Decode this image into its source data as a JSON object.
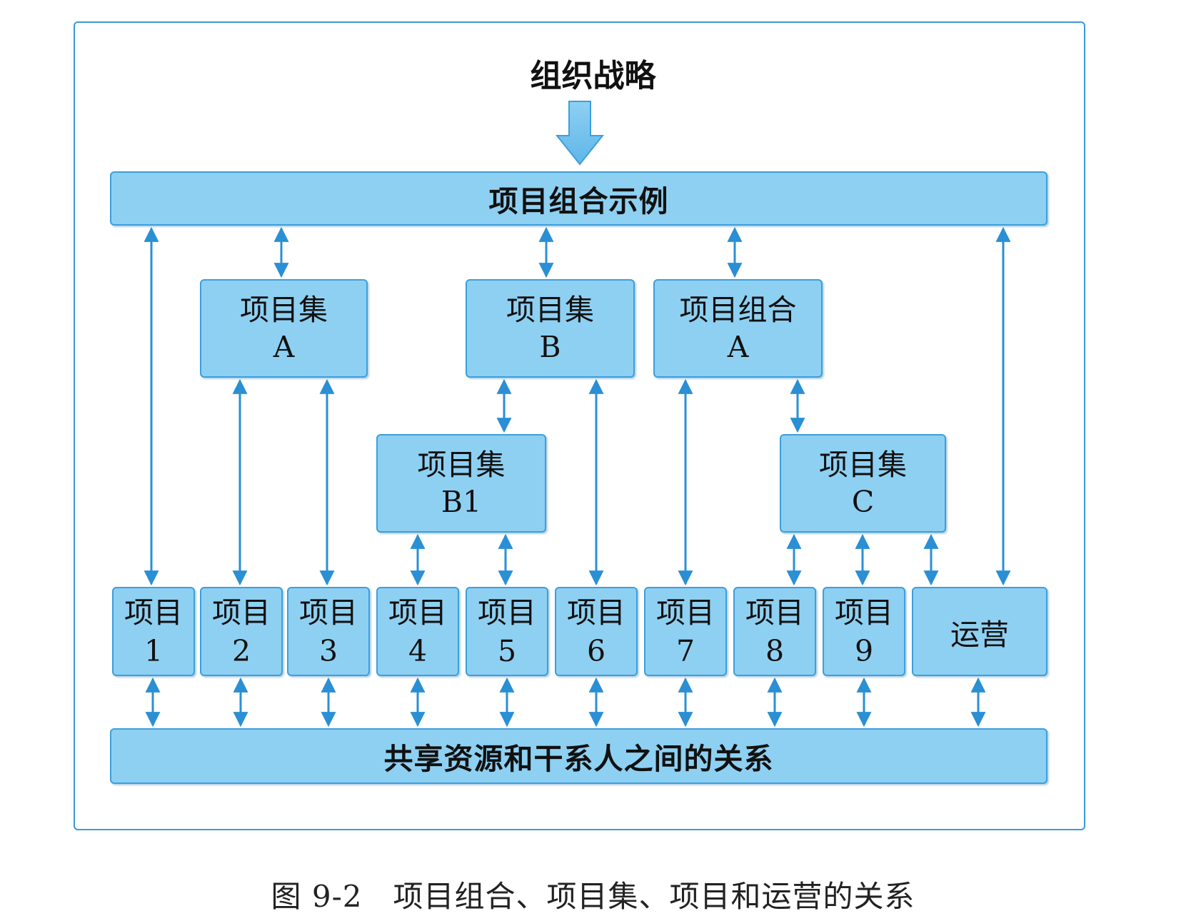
{
  "strategy": {
    "label": "组织战略"
  },
  "portfolio_bar": {
    "label": "项目组合示例"
  },
  "shared_bar": {
    "label": "共享资源和干系人之间的关系"
  },
  "nodes": {
    "program_a": {
      "title": "项目集",
      "sub": "A"
    },
    "program_b": {
      "title": "项目集",
      "sub": "B"
    },
    "portfolio_a": {
      "title": "项目组合",
      "sub": "A"
    },
    "program_b1": {
      "title": "项目集",
      "sub": "B1"
    },
    "program_c": {
      "title": "项目集",
      "sub": "C"
    }
  },
  "projects": [
    {
      "title": "项目",
      "num": "1"
    },
    {
      "title": "项目",
      "num": "2"
    },
    {
      "title": "项目",
      "num": "3"
    },
    {
      "title": "项目",
      "num": "4"
    },
    {
      "title": "项目",
      "num": "5"
    },
    {
      "title": "项目",
      "num": "6"
    },
    {
      "title": "项目",
      "num": "7"
    },
    {
      "title": "项目",
      "num": "8"
    },
    {
      "title": "项目",
      "num": "9"
    }
  ],
  "operations": {
    "label": "运营"
  },
  "caption": "图 9-2　项目组合、项目集、项目和运营的关系",
  "colors": {
    "box_fill": "#8ed0f2",
    "box_border": "#3c9fdc",
    "arrow": "#2a8fd4",
    "frame": "#3a9ad8"
  }
}
